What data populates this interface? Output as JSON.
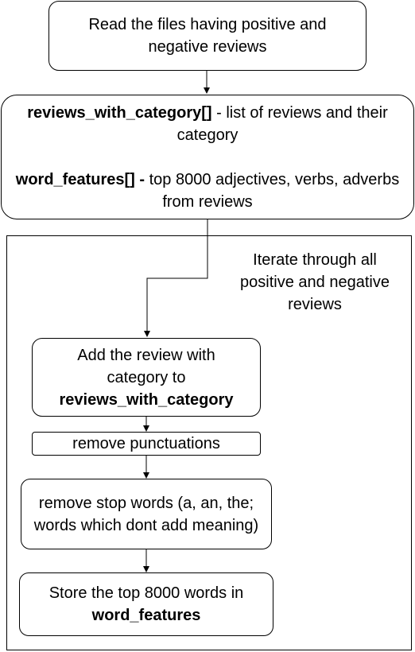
{
  "nodes": {
    "read_files": {
      "text": "Read the files having positive and negative reviews"
    },
    "variables": {
      "line1_bold": "reviews_with_category[]",
      "line1_rest": " - list of reviews and their category",
      "line2_bold": "word_features[] -",
      "line2_rest": " top 8000 adjectives, verbs, adverbs from reviews"
    },
    "loop_label": {
      "text": "Iterate through all positive and negative reviews"
    },
    "add_review": {
      "text": "Add the review with category to",
      "bold": "reviews_with_category"
    },
    "remove_punct": {
      "text": "remove punctuations"
    },
    "remove_stop": {
      "text": "remove stop words (a, an, the; words which dont add meaning)"
    },
    "store_top": {
      "text": "Store the top 8000 words in",
      "bold": "word_features"
    }
  },
  "colors": {
    "stroke": "#000000",
    "fill": "#ffffff"
  }
}
